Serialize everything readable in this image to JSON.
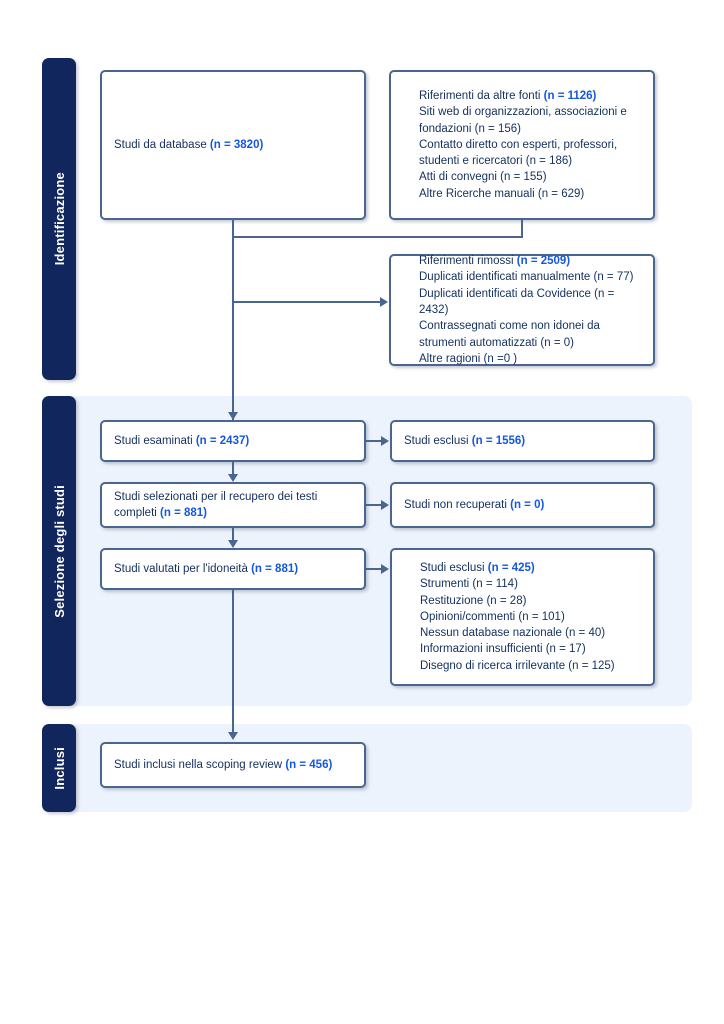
{
  "diagram": {
    "title": "PRISMA flow diagram",
    "accent_navy": "#10265c",
    "accent_border": "#4a6690",
    "accent_count": "#1457e0",
    "band_background": "#edf3fd"
  },
  "sections": {
    "identification": {
      "label": "Identificazione"
    },
    "screening": {
      "label": "Selezione degli studi"
    },
    "included": {
      "label": "Inclusi"
    }
  },
  "nodes": {
    "database_records": {
      "label": "Studi da database ",
      "count": "(n = 3820)"
    },
    "other_sources": {
      "heading": "Riferimenti da altre fonti ",
      "heading_count": "(n = 1126)",
      "items": [
        "Siti web di organizzazioni, associazioni e fondazioni (n = 156)",
        "Contatto diretto con esperti, professori, studenti e ricercatori (n = 186)",
        "Atti di convegni (n = 155)",
        "Altre Ricerche manuali (n = 629)"
      ]
    },
    "records_removed": {
      "heading": "Riferimenti rimossi ",
      "heading_count": "(n = 2509)",
      "items": [
        "Duplicati identificati manualmente (n = 77)",
        "Duplicati identificati da Covidence (n = 2432)",
        "Contrassegnati come non idonei da strumenti automatizzati (n = 0)",
        "Altre ragioni (n =0 )"
      ]
    },
    "records_screened": {
      "label": "Studi esaminati ",
      "count": "(n = 2437)"
    },
    "records_excluded": {
      "label": "Studi esclusi ",
      "count": "(n = 1556)"
    },
    "reports_sought": {
      "label": "Studi selezionati per il recupero dei testi completi ",
      "count": "(n = 881)"
    },
    "reports_not_retrieved": {
      "label": "Studi non recuperati ",
      "count": "(n = 0)"
    },
    "reports_assessed": {
      "label": "Studi valutati per l'idoneità ",
      "count": "(n = 881)"
    },
    "reports_excluded": {
      "heading": "Studi esclusi ",
      "heading_count": "(n = 425)",
      "items": [
        "Strumenti (n = 114)",
        "Restituzione (n = 28)",
        "Opinioni/commenti (n = 101)",
        "Nessun database nazionale (n = 40)",
        "Informazioni insufficienti (n = 17)",
        "Disegno di ricerca irrilevante (n = 125)"
      ]
    },
    "studies_included": {
      "label": "Studi inclusi nella scoping review ",
      "count": "(n = 456)"
    }
  }
}
